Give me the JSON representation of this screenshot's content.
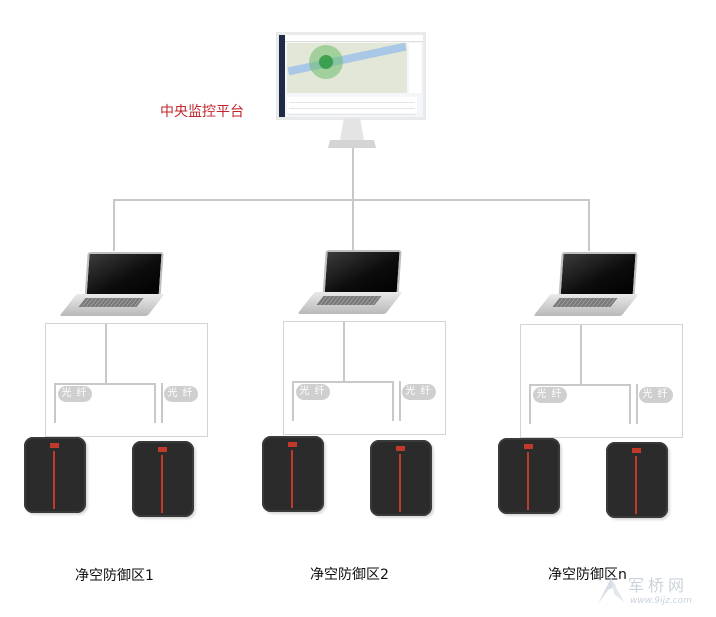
{
  "central_platform": {
    "label": "中央监控平台"
  },
  "zones": [
    {
      "label": "净空防御区1",
      "fiber_left": "光纤",
      "fiber_right": "光纤"
    },
    {
      "label": "净空防御区2",
      "fiber_left": "光纤",
      "fiber_right": "光纤"
    },
    {
      "label": "净空防御区n",
      "fiber_left": "光纤",
      "fiber_right": "光纤"
    }
  ],
  "watermark": {
    "brand": "军桥网",
    "url": "www.9ijz.com"
  },
  "colors": {
    "title_red": "#c0262c",
    "connector_gray": "#c8c8c8",
    "device_body": "#2b2b2b",
    "device_accent": "#c0392b"
  }
}
